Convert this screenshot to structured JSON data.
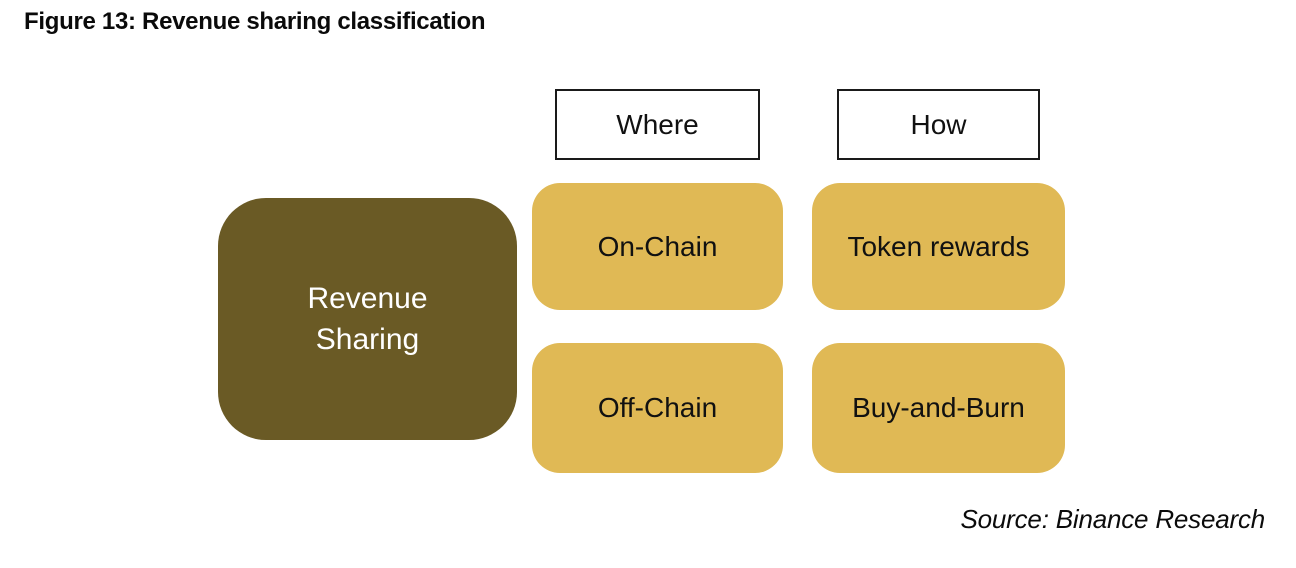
{
  "figure": {
    "title": "Figure 13: Revenue sharing classification",
    "source": "Source: Binance Research"
  },
  "diagram": {
    "root": {
      "label": "Revenue Sharing",
      "line1": "Revenue",
      "line2": "Sharing"
    },
    "columns": [
      {
        "header": "Where",
        "items": [
          "On-Chain",
          "Off-Chain"
        ]
      },
      {
        "header": "How",
        "items": [
          "Token rewards",
          "Buy-and-Burn"
        ]
      }
    ],
    "colors": {
      "root_bg": "#6a5a25",
      "root_text": "#ffffff",
      "item_bg": "#e0b955",
      "item_text": "#111111",
      "header_border": "#1a1a1a"
    }
  }
}
